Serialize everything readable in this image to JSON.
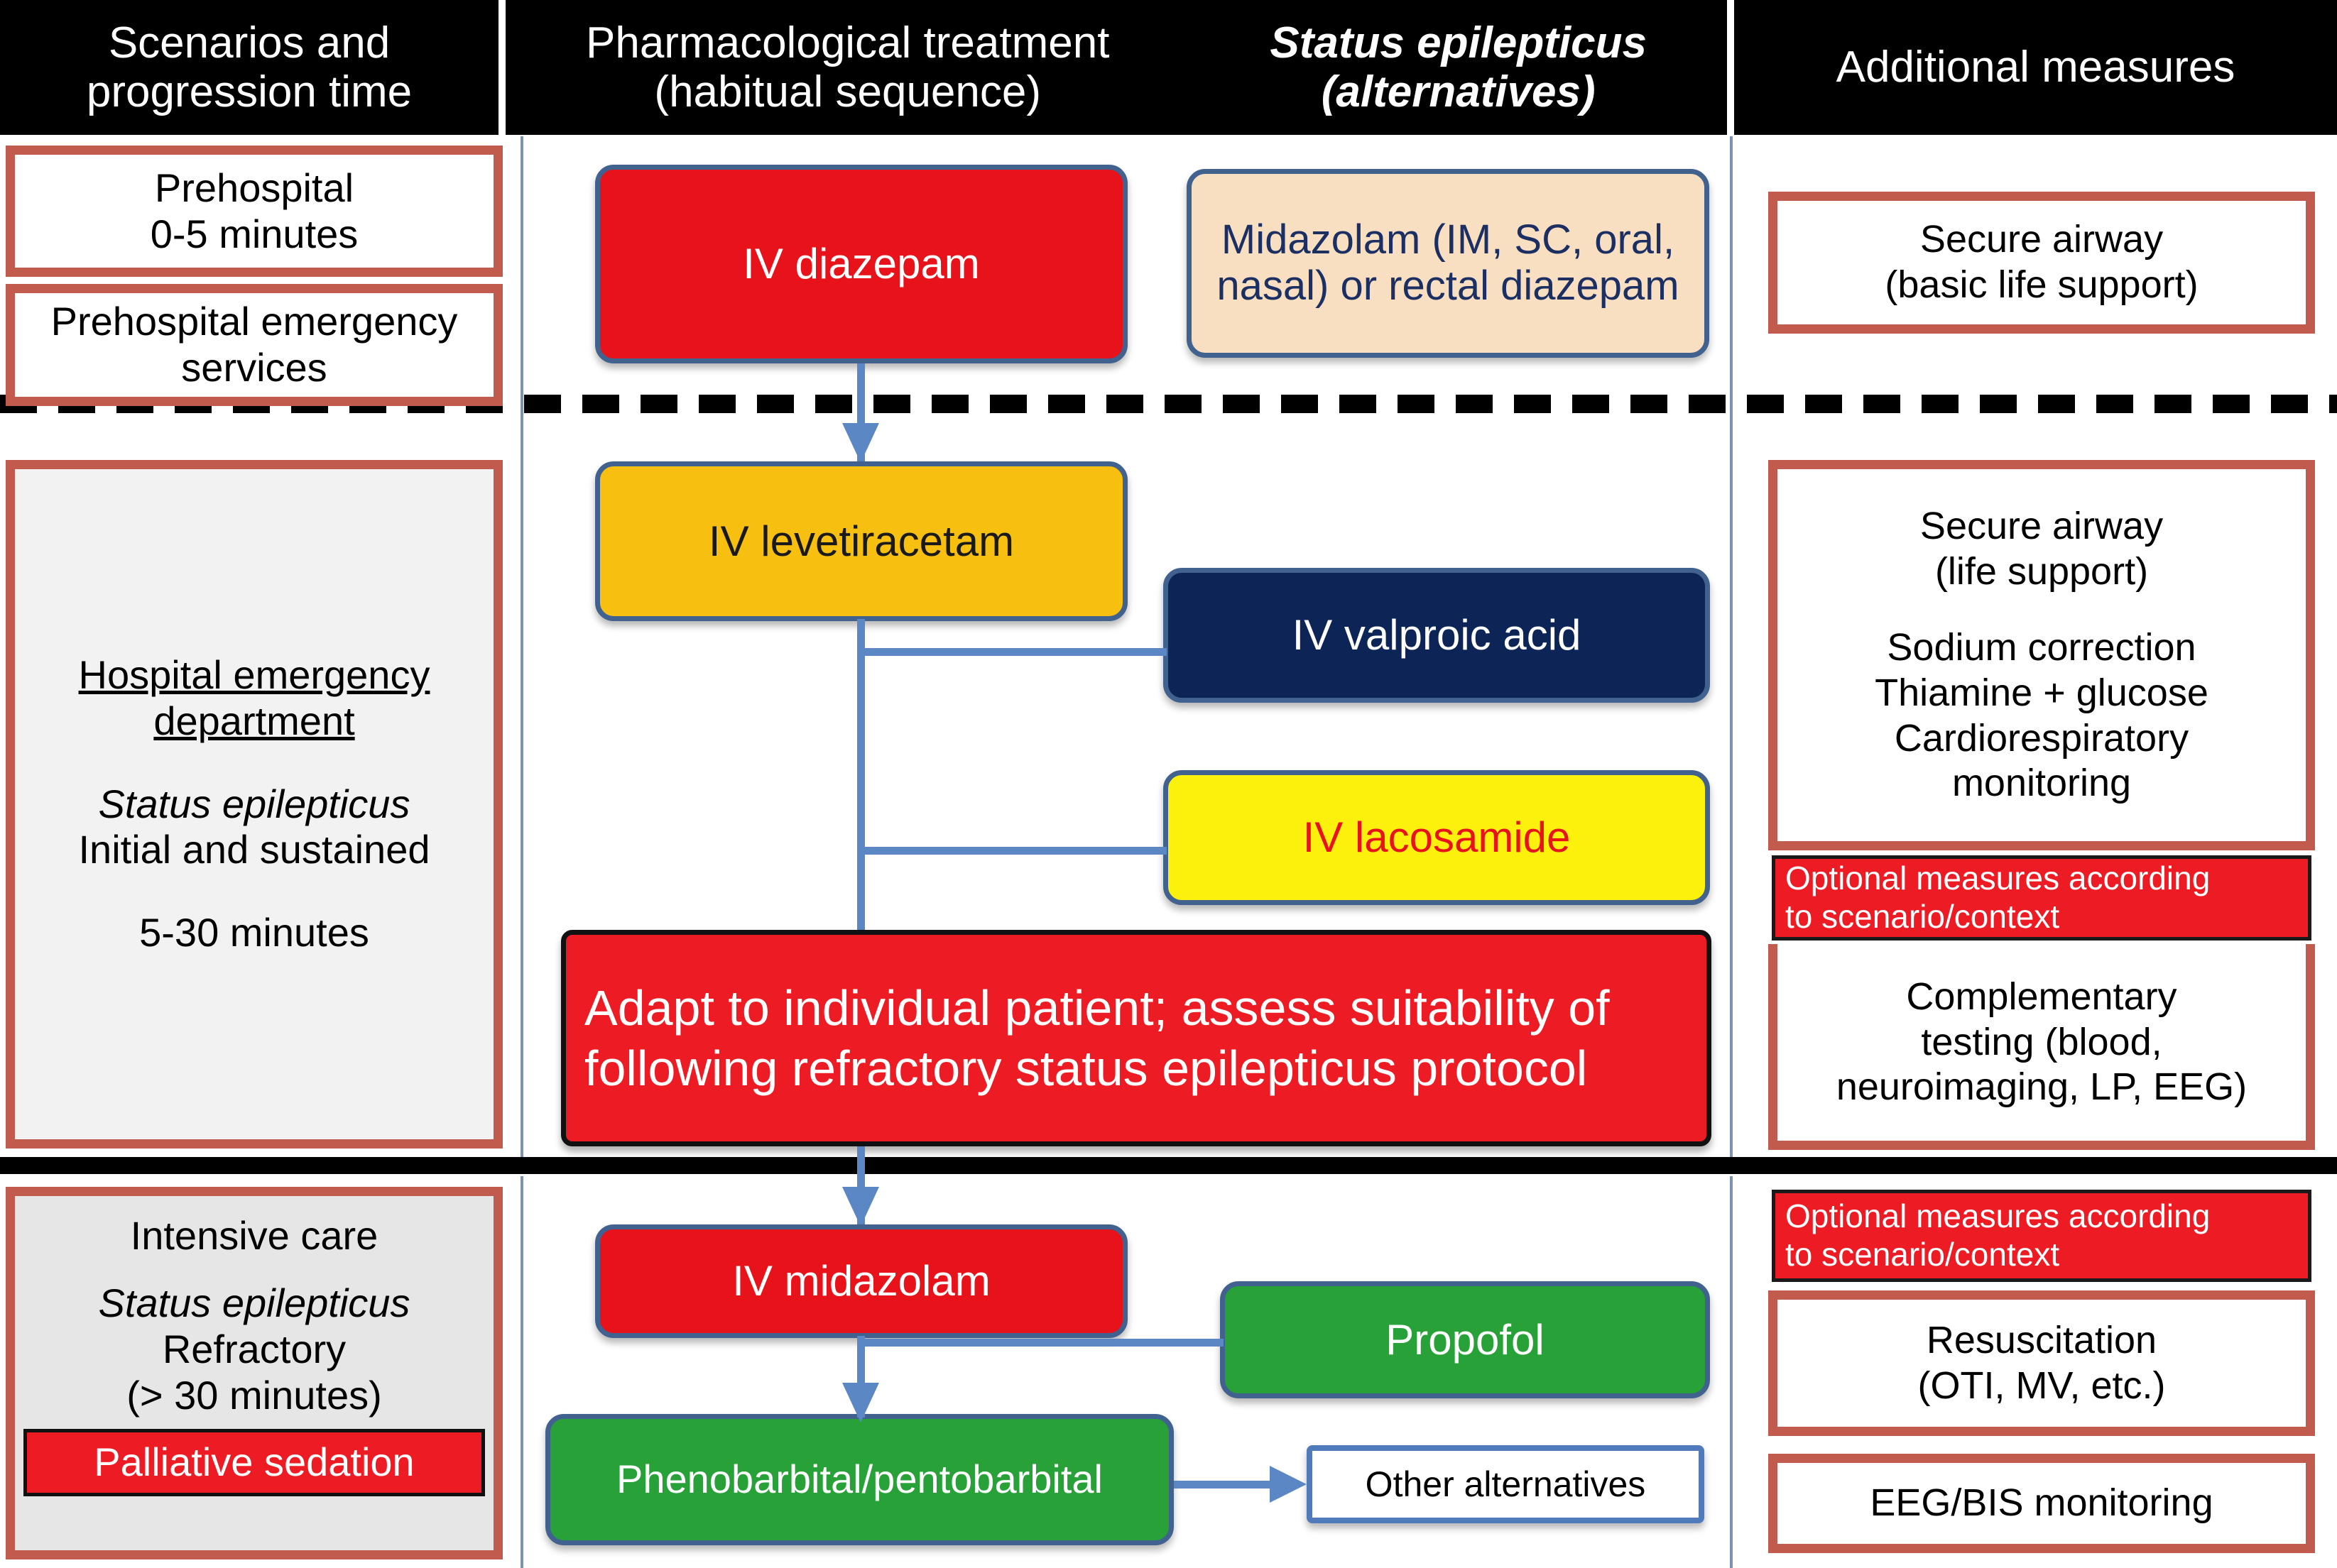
{
  "header": {
    "col1": {
      "line1": "Scenarios and",
      "line2": "progression time"
    },
    "col2a": {
      "line1": "Pharmacological treatment",
      "line2": "(habitual sequence)"
    },
    "col2b": {
      "line1": "Status epilepticus",
      "line2": "(alternatives)"
    },
    "col3": {
      "line1": "Additional measures",
      "line2": ""
    }
  },
  "prehospital": {
    "scenario_1": {
      "line1": "Prehospital",
      "line2": "0-5 minutes"
    },
    "scenario_2": {
      "line1": "Prehospital emergency",
      "line2": "services"
    },
    "drug_main": "IV diazepam",
    "drug_alt": "Midazolam (IM, SC, oral, nasal) or rectal diazepam",
    "measure": {
      "line1": "Secure airway",
      "line2": "(basic life support)"
    }
  },
  "hospital": {
    "scenario": {
      "title_line1": "Hospital emergency",
      "title_line2": "department",
      "se_label": "Status epilepticus",
      "stage": "Initial and sustained",
      "time": "5-30 minutes"
    },
    "drug_main": "IV levetiracetam",
    "drug_alt_1": "IV valproic acid",
    "drug_alt_2": "IV lacosamide",
    "adapt_note": "Adapt to individual patient; assess suitability of following refractory status epilepticus protocol",
    "measures": {
      "line1": "Secure airway",
      "line2": "(life support)",
      "line3": "Sodium correction",
      "line4": "Thiamine + glucose",
      "line5": "Cardiorespiratory",
      "line6": "monitoring"
    },
    "optional_badge": {
      "line1": "Optional measures according",
      "line2": "to scenario/context"
    },
    "complementary": {
      "line1": "Complementary",
      "line2": "testing (blood,",
      "line3": "neuroimaging, LP, EEG)"
    }
  },
  "intensive": {
    "scenario": {
      "title": "Intensive care",
      "se_label": "Status epilepticus",
      "stage": "Refractory",
      "time": "(> 30 minutes)",
      "palliative": "Palliative sedation"
    },
    "drug_main": "IV midazolam",
    "drug_alt_1": "Propofol",
    "drug_next": "Phenobarbital/pentobarbital",
    "drug_other": "Other alternatives",
    "optional_badge": {
      "line1": "Optional measures according",
      "line2": "to scenario/context"
    },
    "measure_resus": {
      "line1": "Resuscitation",
      "line2": "(OTI, MV, etc.)"
    },
    "measure_eeg": "EEG/BIS monitoring"
  },
  "colors": {
    "header_bg": "#000000",
    "card_border": "#c05b4d",
    "node_border": "#41618f",
    "connector": "#5b87c4",
    "red": "#e8121a",
    "alert_red": "#ed1c24",
    "peach": "#f8dfc2",
    "amber": "#f7bf10",
    "navy": "#0d2457",
    "yellow": "#fbf10d",
    "green": "#28a138"
  }
}
